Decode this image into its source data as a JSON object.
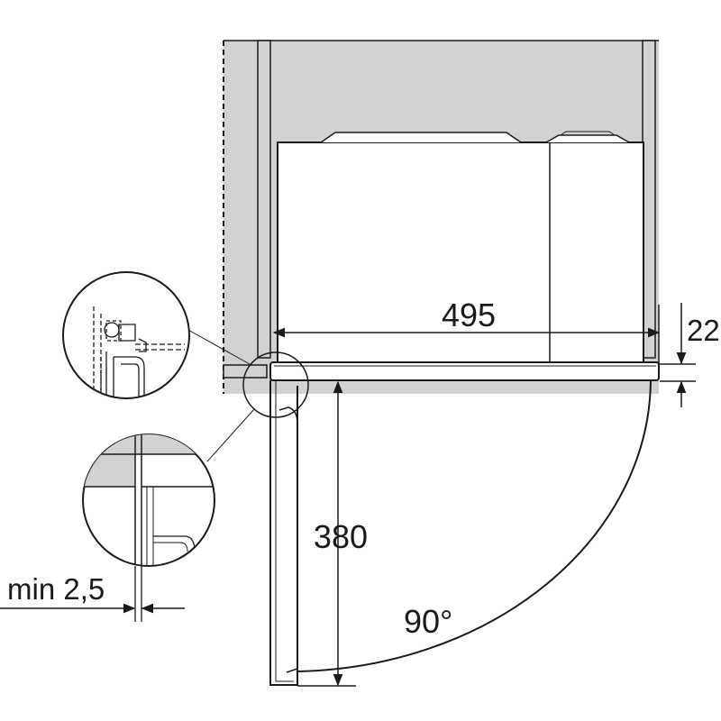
{
  "dimensions": {
    "width": "495",
    "height": "380",
    "door_thickness": "22",
    "gap": "min 2,5",
    "angle": "90°"
  },
  "colors": {
    "cabinet_fill": "#d2d2d2",
    "stroke": "#1a1a1a",
    "background": "#ffffff"
  }
}
